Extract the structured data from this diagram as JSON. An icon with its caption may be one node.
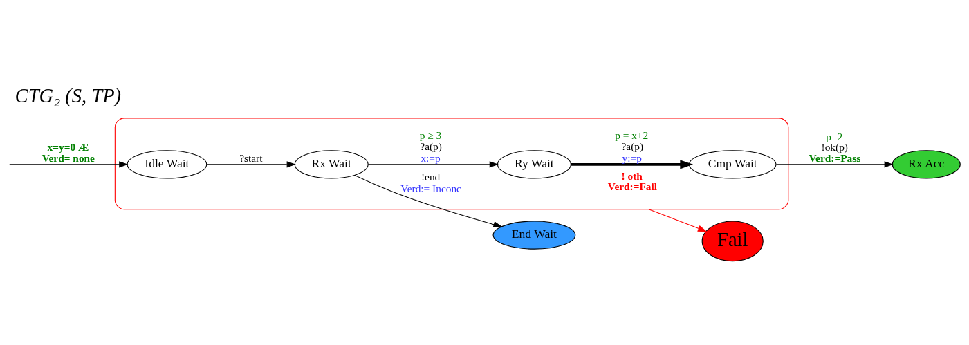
{
  "diagram": {
    "title": "CTG₂ (S, TP)",
    "nodes": [
      {
        "text": [
          "End Wait"
        ]
      },
      {
        "text": [],
        "shape": "box"
      },
      {
        "text": [
          "Idle Wait"
        ],
        "in": 1
      },
      {
        "text": [
          "Rx Wait"
        ],
        "in": 1
      },
      {
        "text": [
          "Ry Wait"
        ],
        "in": 1
      },
      {
        "text": [
          "Cmp Wait"
        ],
        "in": 1
      },
      {
        "text": [
          "Rx Acc"
        ]
      },
      {
        "text": [
          "Fail"
        ]
      }
    ],
    "edges": [
      {
        "from": null,
        "to": 2,
        "arrow": "to",
        "label": [
          "x=y=0 Æ",
          "Verd= none"
        ]
      },
      {
        "from": 2,
        "to": 3,
        "arrow": "to",
        "label": [
          "?start"
        ]
      },
      {
        "from": 3,
        "to": 0,
        "arrow": "to",
        "label": [
          "!end",
          "Verd:= Inconc"
        ]
      },
      {
        "from": 3,
        "to": 4,
        "arrow": "to",
        "label": [
          "p ≥ 3",
          "?a(p)",
          "x:=p"
        ]
      },
      {
        "from": 4,
        "to": 5,
        "arrow": "to",
        "style": "thick",
        "label": [
          "p = x+2",
          "?a(p)",
          "y:=p"
        ]
      },
      {
        "from": 5,
        "to": 6,
        "arrow": "to",
        "label": [
          "p=2",
          "!ok(p)",
          "Verd:=Pass"
        ]
      },
      {
        "from": 1,
        "to": 7,
        "arrow": "to",
        "color": "#ff0000",
        "label": [
          "! oth",
          "Verd:=Fail"
        ]
      }
    ]
  }
}
